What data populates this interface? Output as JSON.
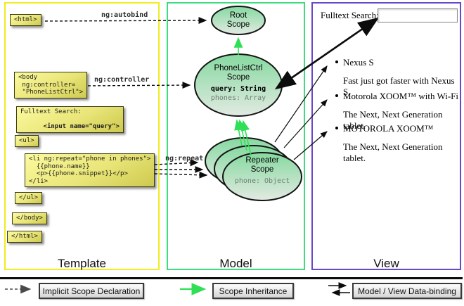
{
  "columns": {
    "template": {
      "title": "Template"
    },
    "model": {
      "title": "Model"
    },
    "view": {
      "title": "View"
    }
  },
  "template": {
    "html_open": "<html>",
    "body_open": "<body\n ng:controller=\n \"PhoneListCtrl\">",
    "fulltext_label": "Fulltext Search:",
    "input_code": "  <input name=\"query\">",
    "ul_open": "<ul>",
    "li_repeat": "<li ng:repeat=\"phone in phones\">\n  {{phone.name}}\n  <p>{{phone.snippet}}</p>\n</li>",
    "ul_close": "</ul>",
    "body_close": "</body>",
    "html_close": "</html>"
  },
  "directive_labels": {
    "autobind": "ng:autobind",
    "controller": "ng:controller",
    "repeat": "ng:repeat"
  },
  "model": {
    "root_scope": {
      "title": "Root\nScope"
    },
    "phonelist_scope": {
      "title": "PhoneListCtrl\nScope",
      "prop_query": "query: String",
      "prop_phones": "phones: Array"
    },
    "repeater_scope": {
      "title": "Repeater\nScope",
      "prop_phone": "phone: Object"
    }
  },
  "view": {
    "fulltext_label": "Fulltext Search:",
    "search_value": "",
    "items": [
      {
        "title": "Nexus S",
        "desc": "Fast just got faster with Nexus S."
      },
      {
        "title": "Motorola XOOM™ with Wi-Fi",
        "desc": "The Next, Next Generation tablet."
      },
      {
        "title": "MOTOROLA XOOM™",
        "desc": "The Next, Next Generation tablet."
      }
    ]
  },
  "legend": {
    "implicit": "Implicit Scope Declaration",
    "inheritance": "Scope Inheritance",
    "databinding": "Model / View Data-binding"
  },
  "colors": {
    "template_border": "#efed1e",
    "model_border": "#3edc81",
    "view_border": "#6747cf",
    "scope_arrow_green": "#2fe056",
    "scope_fill_top": "#86d9a0",
    "scope_fill_bottom": "#e2eae2"
  }
}
